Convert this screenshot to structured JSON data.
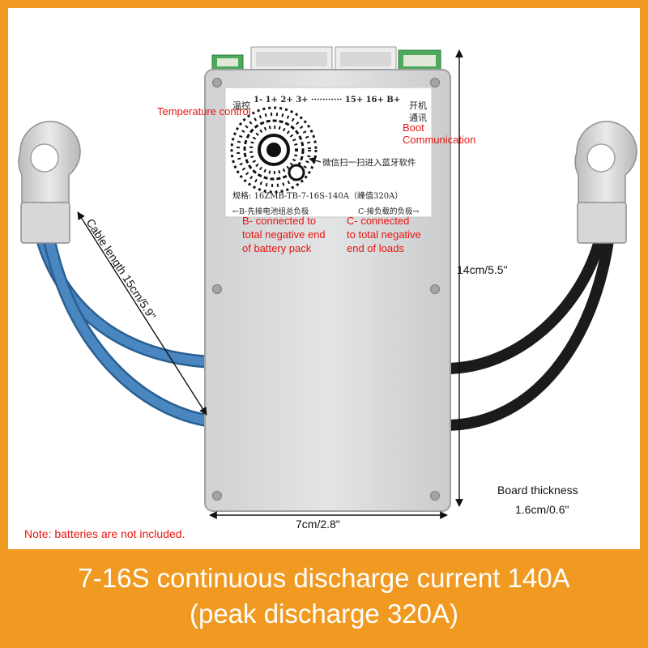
{
  "annotations": {
    "temperature_control": "Temperature control",
    "boot_communication_line1": "Boot",
    "boot_communication_line2": "Communication",
    "b_minus_line1": "B- connected to",
    "b_minus_line2": "total negative end",
    "b_minus_line3": "of battery pack",
    "c_minus_line1": "C- connected",
    "c_minus_line2": "to total negative",
    "c_minus_line3": "end of loads",
    "cable_length": "Cable length 15cm/5.9\"",
    "height": "14cm/5.5\"",
    "width": "7cm/2.8\"",
    "thickness_line1": "Board thickness",
    "thickness_line2": "1.6cm/0.6\"",
    "note": "Note: batteries are not included."
  },
  "label": {
    "pins": "1- 1+ 2+ 3+ ··········· 15+ 16+ B+",
    "temp_cn": "温控",
    "boot_cn1": "开机",
    "boot_cn2": "通讯",
    "wechat_cn": "微信扫一扫进入蓝牙软件",
    "spec": "规格: 16ZMB-TB-7-16S-140A（峰值320A）",
    "b_cn": "←B-先接电池组总负极",
    "c_cn": "C-接负载的负极→"
  },
  "caption": {
    "line1": "7-16S continuous discharge current 140A",
    "line2": "(peak discharge 320A)"
  },
  "colors": {
    "border": "#f19a22",
    "annotation_red": "#e8150f",
    "cable_blue": "#4a86c0",
    "cable_black": "#1b1b1b"
  }
}
